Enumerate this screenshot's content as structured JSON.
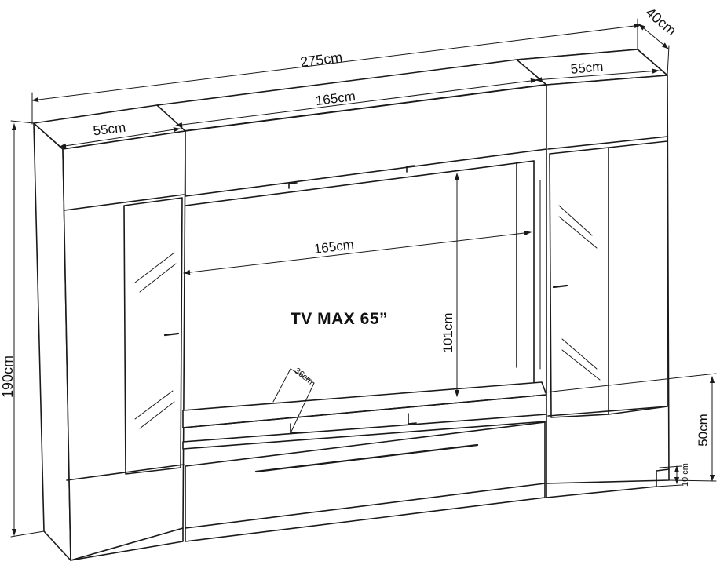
{
  "dimensions": {
    "overall_width": "275cm",
    "depth": "40cm",
    "left_cabinet_width": "55cm",
    "right_cabinet_width": "55cm",
    "center_top_width": "165cm",
    "opening_width": "165cm",
    "opening_height": "101cm",
    "shelf_depth": "36cm",
    "total_height": "190cm",
    "lower_height": "50cm",
    "plinth_height": "10 cm"
  },
  "tv_label": "TV MAX 65”",
  "colors": {
    "line": "#1a1a1a",
    "background": "#ffffff"
  }
}
